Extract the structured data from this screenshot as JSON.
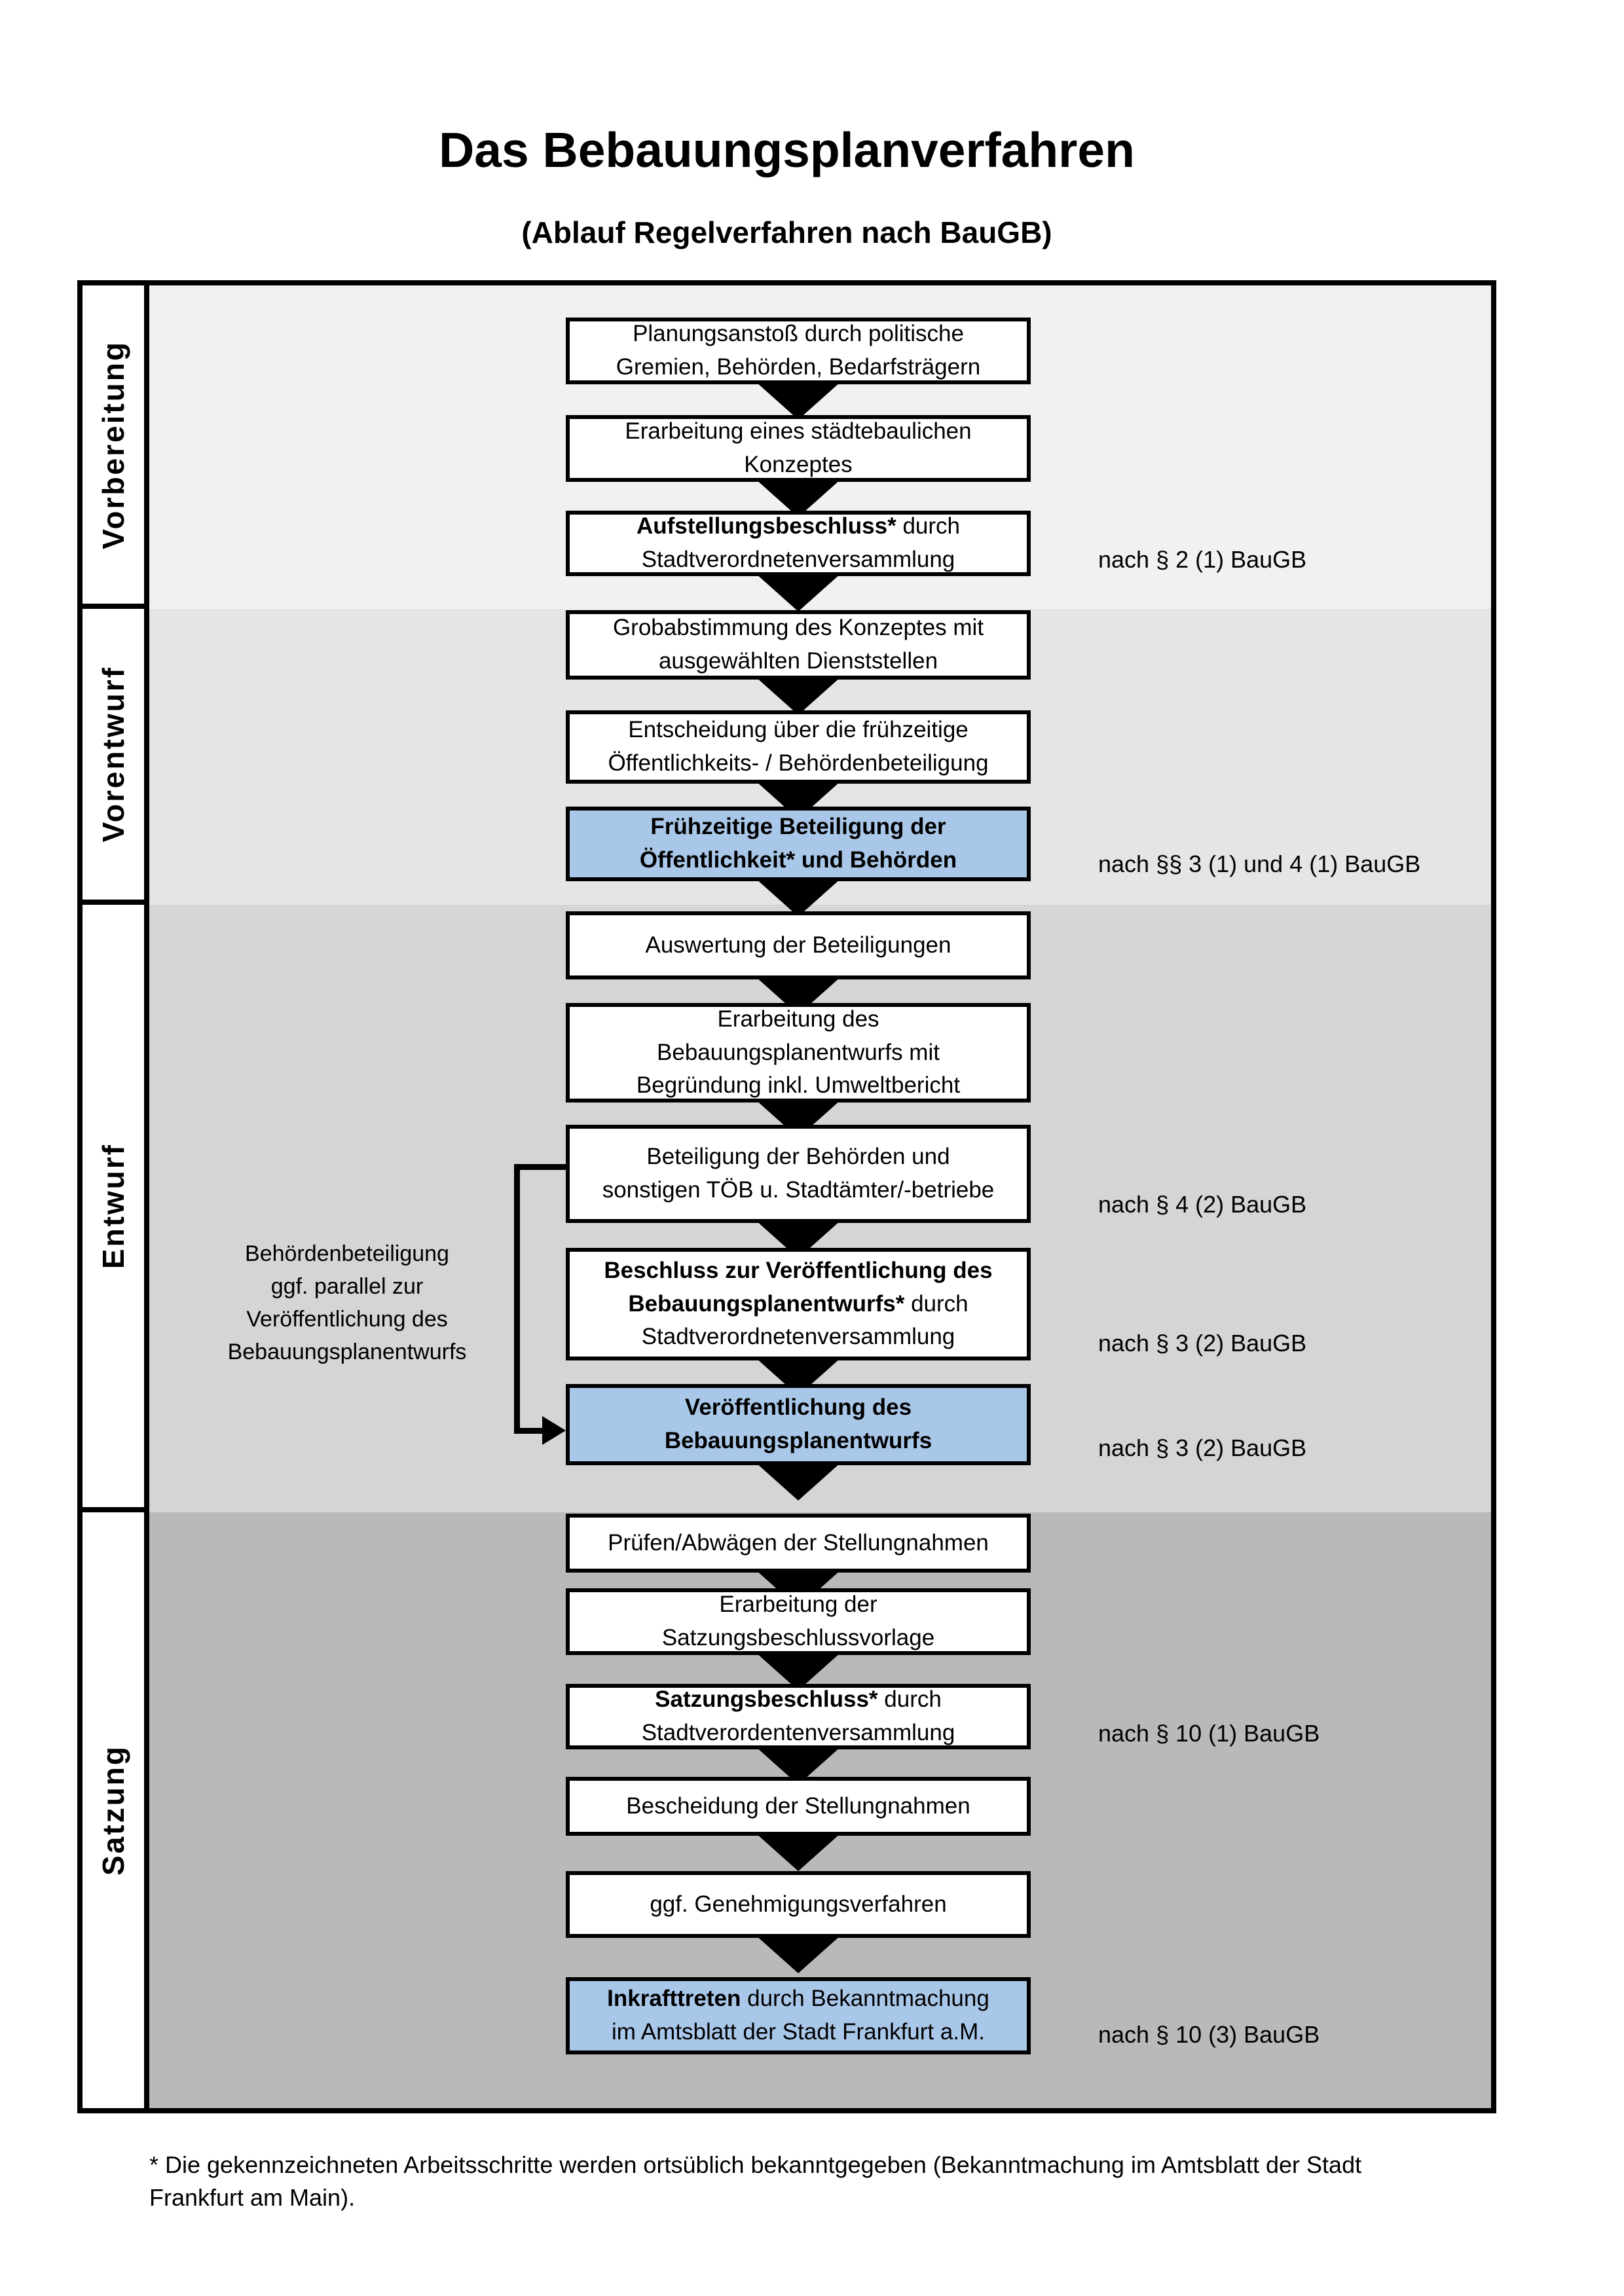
{
  "title": "Das Bebauungsplanverfahren",
  "subtitle": "(Ablauf Regelverfahren nach BauGB)",
  "footnote": "* Die gekennzeichneten Arbeitsschritte werden ortsüblich bekanntgegeben (Bekanntmachung im Amtsblatt der Stadt\nFrankfurt am Main).",
  "colors": {
    "highlight_blue": "#a9c7e8",
    "band_vorbereitung": "#f1f1f1",
    "band_vorentwurf": "#e5e5e5",
    "band_entwurf": "#d5d5d5",
    "band_satzung": "#b9b9b9",
    "border_black": "#000000"
  },
  "phases": [
    {
      "label": "Vorbereitung"
    },
    {
      "label": "Vorentwurf"
    },
    {
      "label": "Entwurf"
    },
    {
      "label": "Satzung"
    }
  ],
  "boxes": [
    {
      "strong": "",
      "text": "Planungsanstoß durch politische\nGremien, Behörden, Bedarfsträgern"
    },
    {
      "strong": "",
      "text": "Erarbeitung eines städtebaulichen\nKonzeptes"
    },
    {
      "strong": "Aufstellungsbeschluss*",
      "text": " durch\nStadtverordnetenversammlung"
    },
    {
      "strong": "",
      "text": "Grobabstimmung des Konzeptes mit\nausgewählten Dienststellen"
    },
    {
      "strong": "",
      "text": "Entscheidung über die frühzeitige\nÖffentlichkeits- / Behördenbeteiligung"
    },
    {
      "strong": "Frühzeitige Beteiligung der\nÖffentlichkeit* und Behörden",
      "text": ""
    },
    {
      "strong": "",
      "text": "Auswertung der Beteiligungen"
    },
    {
      "strong": "",
      "text": "Erarbeitung des\nBebauungsplanentwurfs mit\nBegründung inkl. Umweltbericht"
    },
    {
      "strong": "",
      "text": "Beteiligung der Behörden und\nsonstigen TÖB u. Stadtämter/-betriebe"
    },
    {
      "strong": "Beschluss zur Veröffentlichung des\nBebauungsplanentwurfs*",
      "text": " durch\nStadtverordnetenversammlung"
    },
    {
      "strong": "Veröffentlichung des\nBebauungsplanentwurfs",
      "text": ""
    },
    {
      "strong": "",
      "text": "Prüfen/Abwägen der Stellungnahmen"
    },
    {
      "strong": "",
      "text": "Erarbeitung der\nSatzungsbeschlussvorlage"
    },
    {
      "strong": "Satzungsbeschluss*",
      "text": " durch\nStadtverordentenversammlung"
    },
    {
      "strong": "",
      "text": "Bescheidung der Stellungnahmen"
    },
    {
      "strong": "",
      "text": "ggf. Genehmigungsverfahren"
    },
    {
      "strong": "Inkrafttreten",
      "text": " durch Bekanntmachung\nim Amtsblatt der Stadt Frankfurt a.M."
    }
  ],
  "references": [
    {
      "text": "nach § 2 (1) BauGB"
    },
    {
      "text": "nach §§ 3 (1) und 4 (1) BauGB"
    },
    {
      "text": "nach § 4 (2) BauGB"
    },
    {
      "text": "nach § 3 (2) BauGB"
    },
    {
      "text": "nach § 3 (2) BauGB"
    },
    {
      "text": "nach § 10 (1) BauGB"
    },
    {
      "text": "nach § 10 (3) BauGB"
    }
  ],
  "annotation": {
    "text": "Behördenbeteiligung\nggf. parallel zur\nVeröffentlichung des\nBebauungsplanentwurfs"
  }
}
